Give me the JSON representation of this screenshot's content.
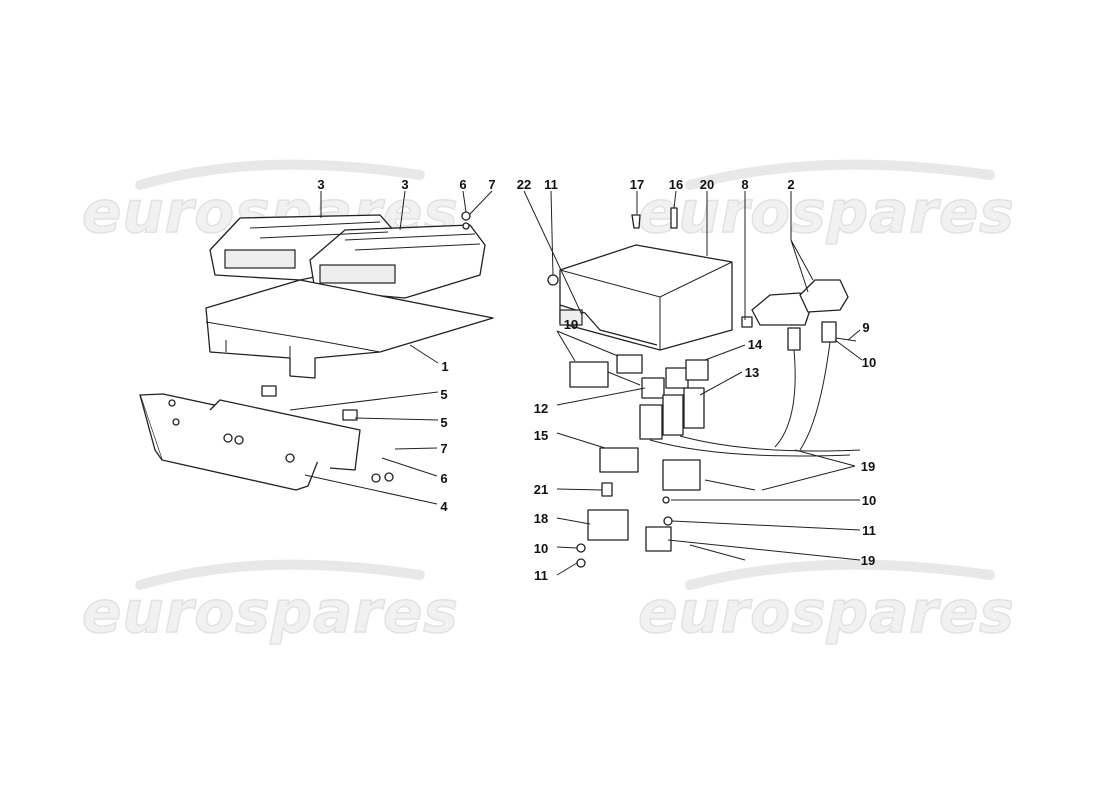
{
  "watermark": "eurospares",
  "labels": {
    "l3a": "3",
    "l3b": "3",
    "l6a": "6",
    "l7a": "7",
    "l1": "1",
    "l5a": "5",
    "l5b": "5",
    "l7b": "7",
    "l6b": "6",
    "l4": "4",
    "l22": "22",
    "l11a": "11",
    "l17": "17",
    "l16": "16",
    "l20": "20",
    "l8": "8",
    "l2": "2",
    "l19a": "19",
    "l9": "9",
    "l14": "14",
    "l10a": "10",
    "l13": "13",
    "l12": "12",
    "l15": "15",
    "l19b": "19",
    "l21": "21",
    "l10b": "10",
    "l18": "18",
    "l11b": "11",
    "l10c": "10",
    "l19c": "19",
    "l11c": "11"
  }
}
